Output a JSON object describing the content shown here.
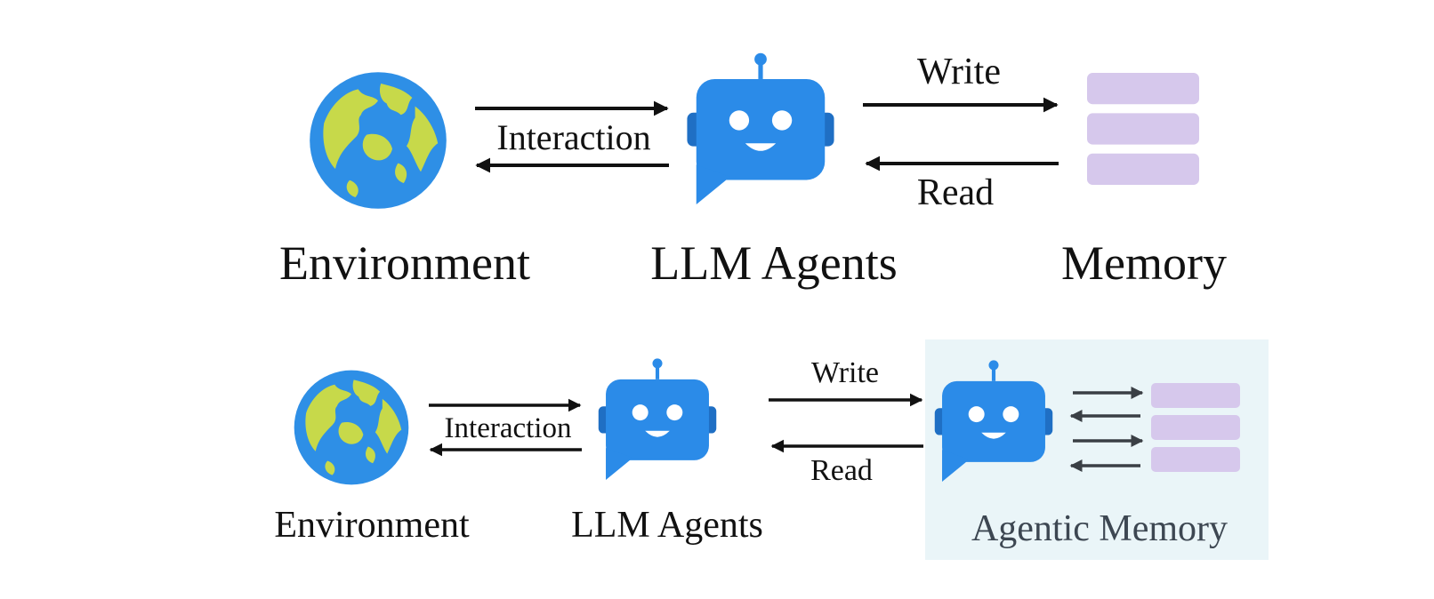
{
  "colors": {
    "globe_ocean": "#2e8fe6",
    "globe_land": "#c7d94a",
    "robot_body": "#2b8be8",
    "robot_ear": "#1f6fc4",
    "robot_face": "#ffffff",
    "memory_block": "#d6c8ec",
    "agentic_background": "#eaf5f8",
    "arrow": "#111111",
    "inner_arrow": "#3a3f45"
  },
  "top_row": {
    "environment": {
      "icon": "globe-icon",
      "label": "Environment"
    },
    "interaction_label": "Interaction",
    "agent": {
      "icon": "robot-chat-icon",
      "label": "LLM Agents"
    },
    "write_label": "Write",
    "read_label": "Read",
    "memory": {
      "icon": "memory-stack-icon",
      "label": "Memory"
    }
  },
  "bottom_row": {
    "environment": {
      "icon": "globe-icon",
      "label": "Environment"
    },
    "interaction_label": "Interaction",
    "agent": {
      "icon": "robot-chat-icon",
      "label": "LLM Agents"
    },
    "write_label": "Write",
    "read_label": "Read",
    "agentic_memory": {
      "icon": "robot-chat-icon",
      "label": "Agentic Memory"
    }
  }
}
